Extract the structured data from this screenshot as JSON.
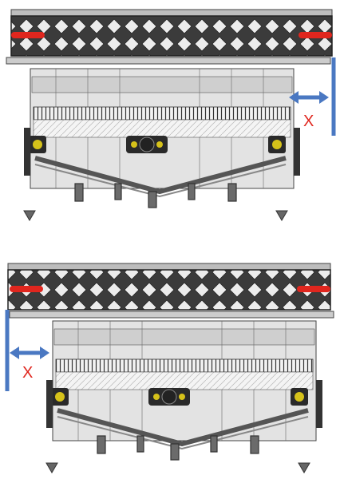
{
  "panels": [
    {
      "id": "top",
      "offset_label": "X",
      "offset_side": "right",
      "colors": {
        "arrow": "#4a78c2",
        "pin": "#e0261e",
        "frame": "#3d3d3d"
      }
    },
    {
      "id": "bottom",
      "offset_label": "X",
      "offset_side": "left",
      "colors": {
        "arrow": "#4a78c2",
        "pin": "#e0261e",
        "frame": "#3d3d3d"
      }
    }
  ]
}
